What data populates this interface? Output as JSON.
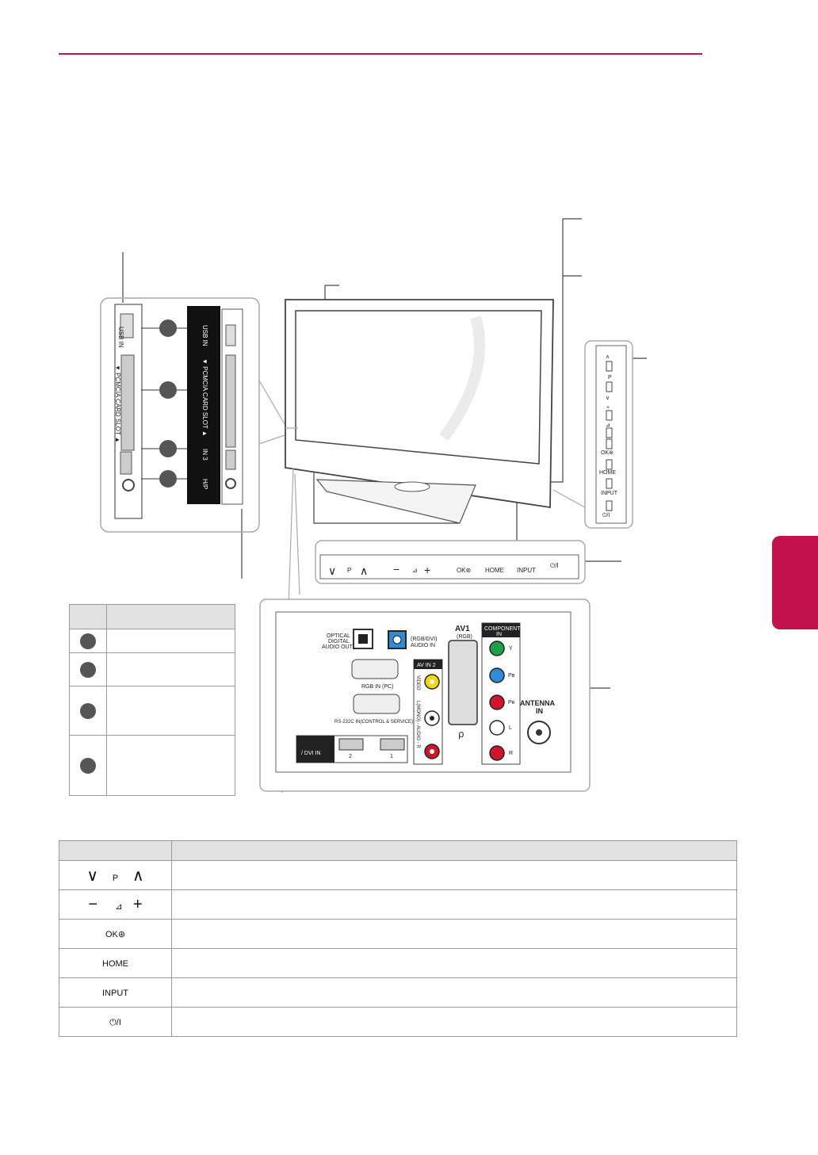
{
  "panel_side": {
    "usb_label": "USB IN",
    "pcmcia_label": "▼ PCMCIA CARD SLOT ▲",
    "hdmi_label": "IN 3",
    "hp_label": "H/P"
  },
  "panel_front": {
    "p_label": "P",
    "ok_label": "OK⊛",
    "home_label": "HOME",
    "input_label": "INPUT",
    "power_label": "⏻/I"
  },
  "panel_rear": {
    "optical_label": [
      "OPTICAL",
      "DIGITAL",
      "AUDIO OUT"
    ],
    "rgbdvi_label": [
      "(RGB/DVI)",
      "AUDIO IN"
    ],
    "av1_label": "AV1",
    "av1_sub": "(RGB)",
    "component_label": [
      "COMPONENT",
      "IN"
    ],
    "rgb_in_label": "RGB IN (PC)",
    "rs232_label": "RS-232C IN(CONTROL & SERVICE)",
    "av_in2_label": "AV IN 2",
    "video_label": "VIDEO",
    "audio_label": "L(MONO) - AUDIO - R",
    "dvi_in_label": "/ DVI IN",
    "hdmi_port_2": "2",
    "hdmi_port_1": "1",
    "antenna_label": [
      "ANTENNA",
      "IN"
    ],
    "comp_y": "Y",
    "comp_pb": "Pʙ",
    "comp_pr": "Pʀ",
    "comp_l": "L",
    "comp_r": "R"
  },
  "colors": {
    "accent": "#c4124e",
    "diagram_line": "#444444",
    "callout_panel": "#aaaaaa"
  },
  "icons": [
    "usb-icon",
    "headphone-icon",
    "channel-down-icon",
    "channel-up-icon",
    "volume-down-icon",
    "volume-icon",
    "volume-up-icon",
    "ok-icon",
    "power-icon"
  ]
}
